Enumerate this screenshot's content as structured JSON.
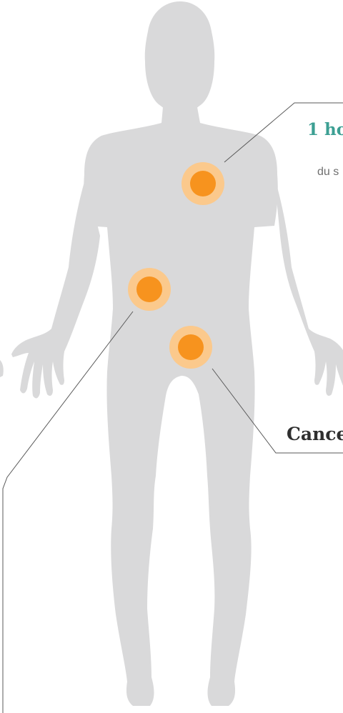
{
  "colors": {
    "silhouette": "#d9d9da",
    "marker_core": "#f7931e",
    "marker_halo": "#fbc98c",
    "leader_line": "#5a5a5a",
    "callout_accent": "#3c9f93",
    "callout_dark": "#2f2f2f",
    "callout_muted": "#6f6f6f"
  },
  "figure": {
    "name": "human-body-silhouette"
  },
  "markers": [
    {
      "name": "chest-marker"
    },
    {
      "name": "abdomen-marker"
    },
    {
      "name": "pelvis-marker"
    }
  ],
  "callouts": {
    "top": {
      "title": "1 ho",
      "subtitle": "du s"
    },
    "right": {
      "title": "Cance"
    }
  }
}
